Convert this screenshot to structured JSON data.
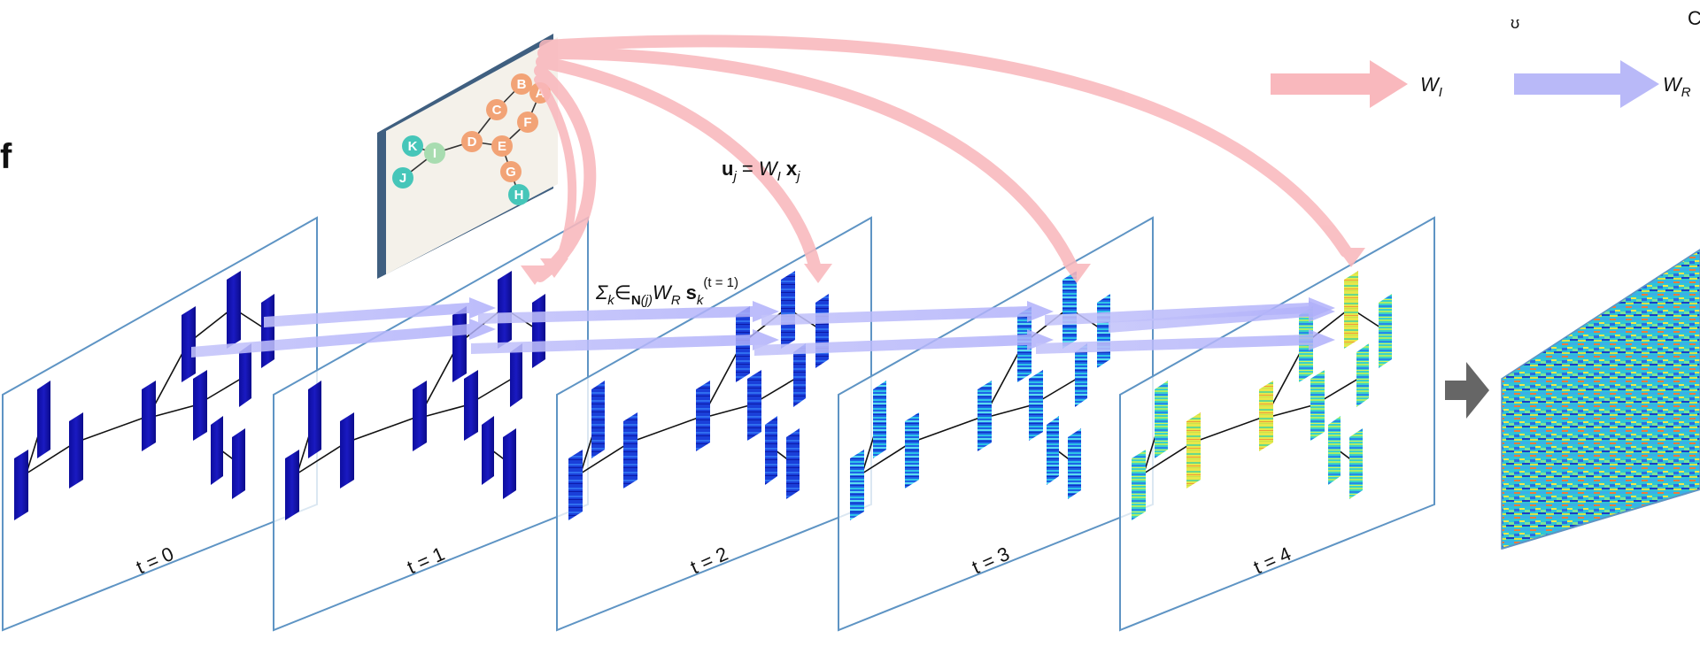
{
  "panel_letter": "f",
  "legend": {
    "wi": {
      "label_main": "W",
      "label_sub": "I",
      "color": "#f9b8bd"
    },
    "wr": {
      "label_main": "W",
      "label_sub": "R",
      "color": "#b9b9f8"
    },
    "corner_mark": "C"
  },
  "graph": {
    "nodes": [
      {
        "id": "A",
        "color": "#f2a376"
      },
      {
        "id": "B",
        "color": "#f2a376"
      },
      {
        "id": "C",
        "color": "#f2a376"
      },
      {
        "id": "D",
        "color": "#f2a376"
      },
      {
        "id": "E",
        "color": "#f2a376"
      },
      {
        "id": "F",
        "color": "#f2a376"
      },
      {
        "id": "G",
        "color": "#f2a376"
      },
      {
        "id": "H",
        "color": "#46c6b9"
      },
      {
        "id": "I",
        "color": "#a8dcb0"
      },
      {
        "id": "J",
        "color": "#46c6b9"
      },
      {
        "id": "K",
        "color": "#46c6b9"
      }
    ]
  },
  "equations": {
    "u": {
      "bold": "u",
      "sub_j": "j",
      "eq": " = ",
      "w": "W",
      "w_sub": "I",
      "x": "x",
      "x_sub": "j"
    },
    "s": {
      "sigma": "Σ",
      "k": "k",
      "in": "∈",
      "n": "N",
      "nj": "(j)",
      "w": "W",
      "w_sub": "R",
      "s": "s",
      "s_sub": "k",
      "sup": "(t = 1)"
    }
  },
  "timesteps": [
    {
      "label": "t = 0"
    },
    {
      "label": "t = 1"
    },
    {
      "label": "t = 2"
    },
    {
      "label": "t = 3"
    },
    {
      "label": "t = 4"
    }
  ],
  "colors": {
    "frame_stroke": "#5e94c4",
    "tablet_border": "#3f5f80",
    "big_arrow": "#666666"
  }
}
